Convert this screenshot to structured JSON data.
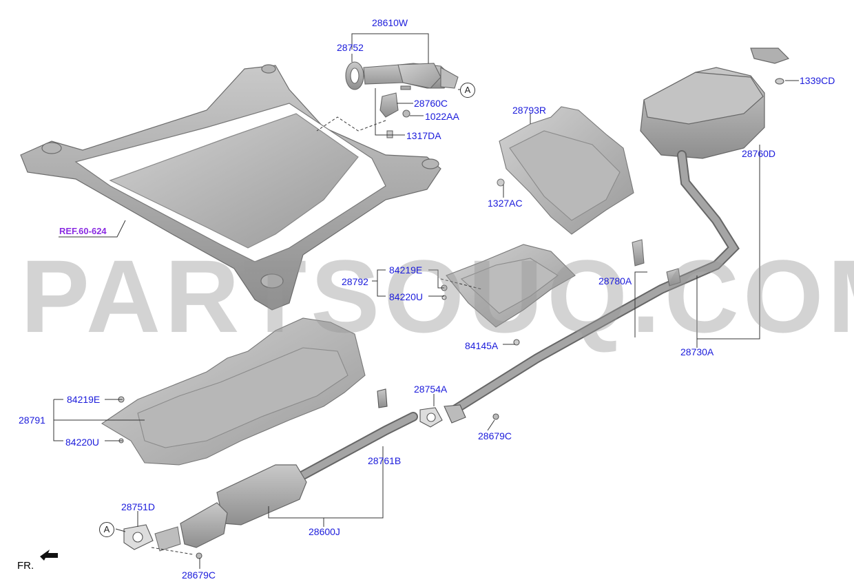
{
  "diagram": {
    "ref_label": "REF.60-624",
    "fr_label": "FR.",
    "watermark": "PARTSOUQ.COM",
    "marker": "A",
    "colors": {
      "part_label": "#1a1adb",
      "ref_label": "#8a2be2",
      "line": "#333333",
      "part_fill": "#a8a8a8"
    },
    "labels": {
      "p28610W": "28610W",
      "p28752": "28752",
      "p28760C": "28760C",
      "p1022AA": "1022AA",
      "p1317DA": "1317DA",
      "p28793R": "28793R",
      "p1327AC": "1327AC",
      "p1339CD": "1339CD",
      "p28760D": "28760D",
      "p84219E_a": "84219E",
      "p28792": "28792",
      "p84220U_a": "84220U",
      "p84145A": "84145A",
      "p28780A": "28780A",
      "p28730A": "28730A",
      "p84219E_b": "84219E",
      "p28791": "28791",
      "p84220U_b": "84220U",
      "p28754A": "28754A",
      "p28679C_a": "28679C",
      "p28761B": "28761B",
      "p28751D": "28751D",
      "p28600J": "28600J",
      "p28679C_b": "28679C"
    }
  }
}
